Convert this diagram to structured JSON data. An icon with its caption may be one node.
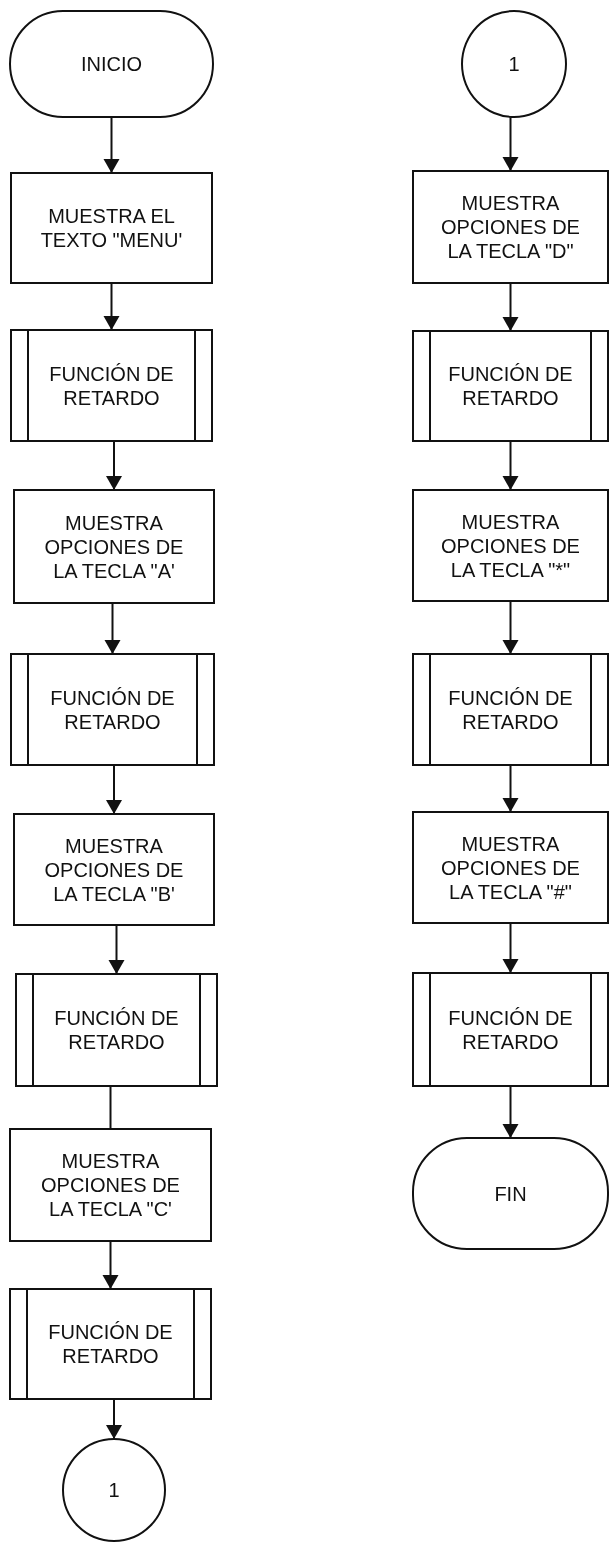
{
  "diagram": {
    "nodes": [
      {
        "text": [
          "INICIO"
        ]
      },
      {
        "text": [
          "MUESTRA EL TEXTO \"MENU'"
        ]
      },
      {
        "text": [
          "FUNCIÓN DE RETARDO"
        ]
      },
      {
        "text": [
          "MUESTRA OPCIONES DE LA TECLA \"A'"
        ]
      },
      {
        "text": [
          "FUNCIÓN DE RETARDO"
        ]
      },
      {
        "text": [
          "MUESTRA OPCIONES DE LA TECLA \"B'"
        ]
      },
      {
        "text": [
          "FUNCIÓN DE RETARDO"
        ]
      },
      {
        "text": [
          "MUESTRA OPCIONES DE LA TECLA \"C'"
        ]
      },
      {
        "text": [
          "FUNCIÓN DE RETARDO"
        ]
      },
      {
        "text": [
          "1"
        ]
      },
      {
        "text": [
          "1"
        ]
      },
      {
        "text": [
          "MUESTRA OPCIONES DE LA TECLA \"D\""
        ]
      },
      {
        "text": [
          "FUNCIÓN DE RETARDO"
        ]
      },
      {
        "text": [
          "MUESTRA OPCIONES DE LA TECLA \"*\""
        ]
      },
      {
        "text": [
          "FUNCIÓN DE RETARDO"
        ]
      },
      {
        "text": [
          "MUESTRA OPCIONES DE LA TECLA \"#\""
        ]
      },
      {
        "text": [
          "FUNCIÓN DE RETARDO"
        ]
      },
      {
        "text": [
          "FIN"
        ]
      }
    ],
    "edges": [
      {
        "from": 0,
        "to": 1,
        "arrow": "to"
      },
      {
        "from": 1,
        "to": 2,
        "arrow": "to"
      },
      {
        "from": 2,
        "to": 3,
        "arrow": "to"
      },
      {
        "from": 3,
        "to": 4,
        "arrow": "to"
      },
      {
        "from": 4,
        "to": 5,
        "arrow": "to"
      },
      {
        "from": 5,
        "to": 6,
        "arrow": "to"
      },
      {
        "from": 6,
        "to": 7,
        "arrow": "none"
      },
      {
        "from": 7,
        "to": 8,
        "arrow": "to"
      },
      {
        "from": 8,
        "to": 9,
        "arrow": "to"
      },
      {
        "from": 10,
        "to": 11,
        "arrow": "to"
      },
      {
        "from": 11,
        "to": 12,
        "arrow": "to"
      },
      {
        "from": 12,
        "to": 13,
        "arrow": "to"
      },
      {
        "from": 13,
        "to": 14,
        "arrow": "to"
      },
      {
        "from": 14,
        "to": 15,
        "arrow": "to"
      },
      {
        "from": 15,
        "to": 16,
        "arrow": "to"
      },
      {
        "from": 16,
        "to": 17,
        "arrow": "to"
      }
    ]
  }
}
